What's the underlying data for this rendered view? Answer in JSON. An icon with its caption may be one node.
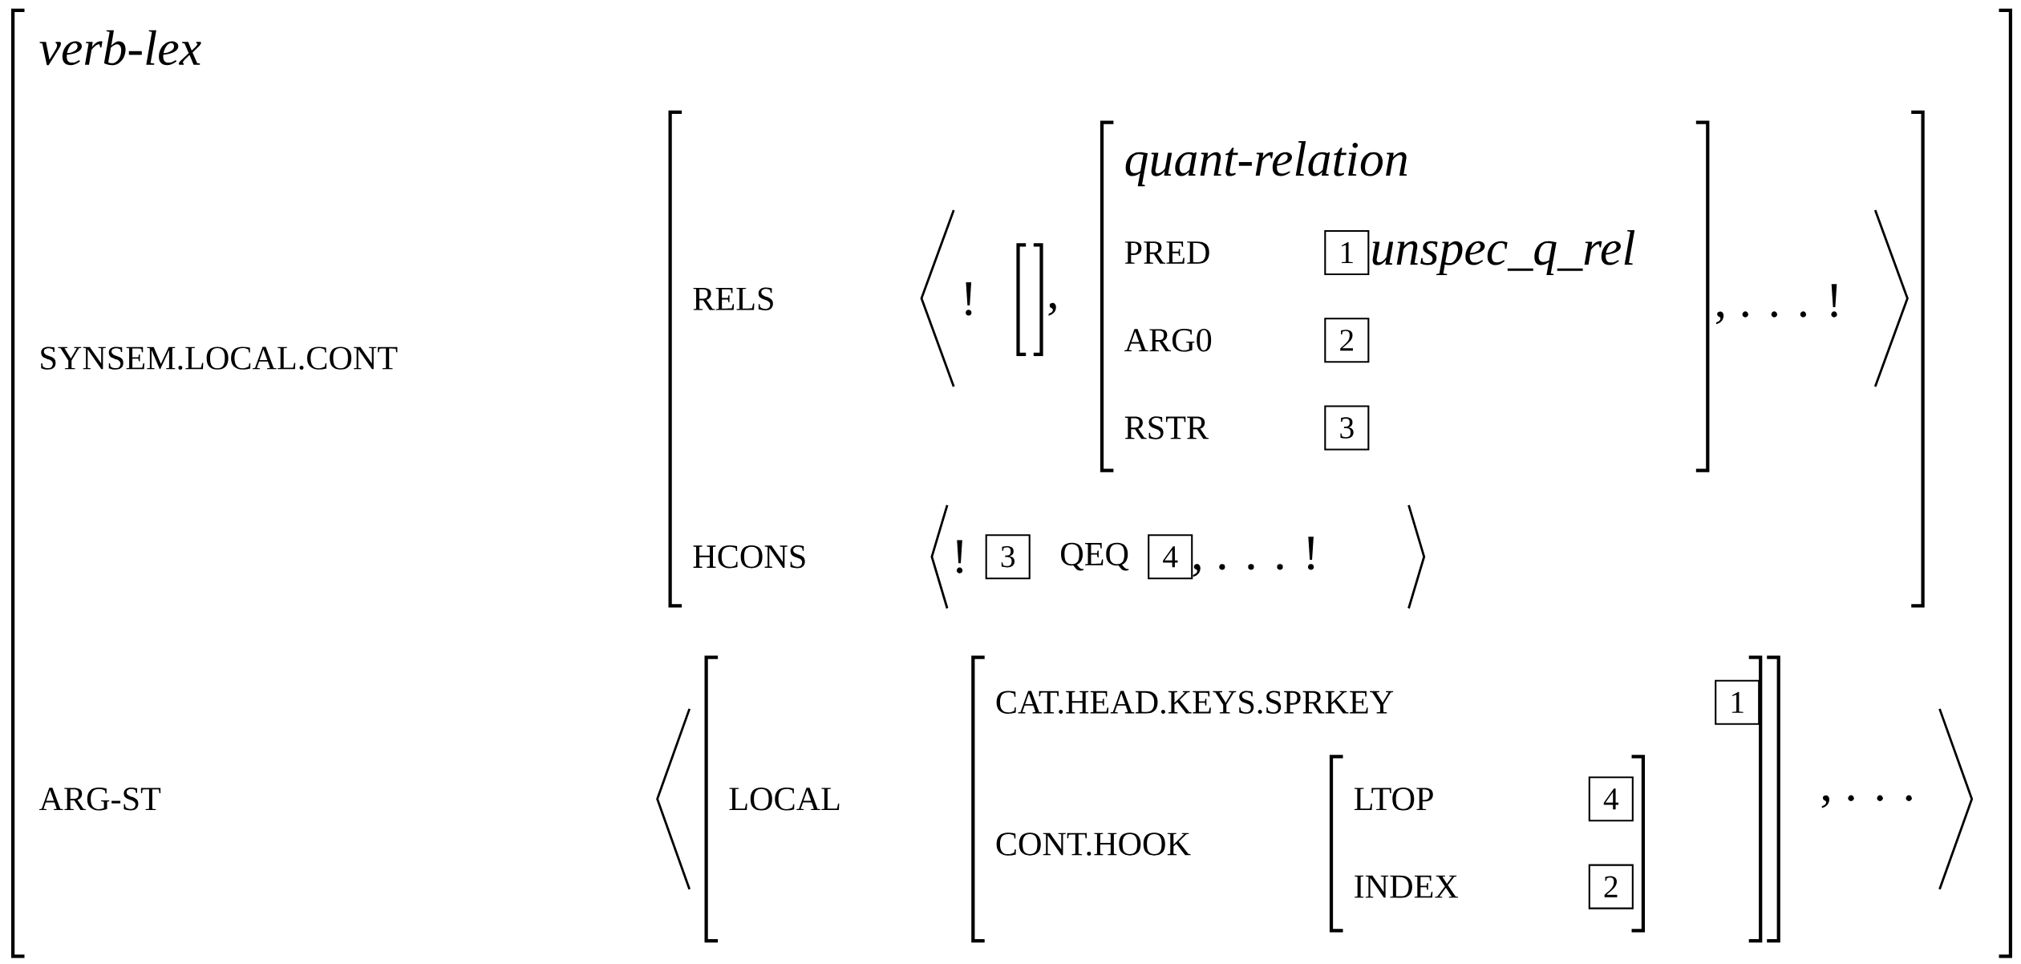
{
  "diagram": {
    "nodes": [
      {
        "text": [
          "1"
        ]
      },
      {
        "text": [
          "2"
        ]
      },
      {
        "text": [
          "3"
        ]
      },
      {
        "text": [
          "3"
        ]
      },
      {
        "text": [
          "4"
        ]
      },
      {
        "text": [
          "1"
        ]
      },
      {
        "text": [
          "4"
        ]
      },
      {
        "text": [
          "2"
        ]
      }
    ],
    "labels": [
      "verb-lex",
      "SYNSEM.LOCAL.CONT",
      "RELS",
      "!",
      ",",
      "quant-relation",
      "PRED",
      "unspec_q_rel",
      "ARG0",
      "RSTR",
      ", . . . !",
      "HCONS",
      "!",
      "QEQ",
      ", . . . !",
      "ARG-ST",
      "LOCAL",
      "CAT.HEAD.KEYS.SPRKEY",
      "CONT.HOOK",
      "LTOP",
      "INDEX",
      ", . . ."
    ]
  }
}
